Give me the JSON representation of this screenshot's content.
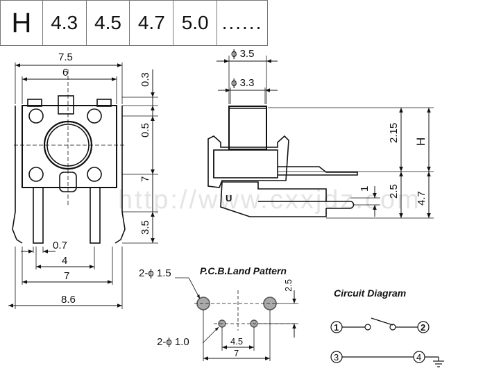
{
  "table": {
    "header": "H",
    "values": [
      "4.3",
      "4.5",
      "4.7",
      "5.0",
      "......"
    ]
  },
  "front_view": {
    "width_outer": "7.5",
    "width_inner": "6",
    "right_top": "0.3",
    "right_mid": "0.5",
    "right_pitch": "7",
    "right_leg": "3.5",
    "pin_width": "0.7",
    "pin_spacing": "4",
    "pin_outer": "7",
    "total_width": "8.6"
  },
  "side_view": {
    "phi_outer": "ϕ 3.5",
    "phi_inner": "ϕ 3.3",
    "height_top": "2.15",
    "height_label": "H",
    "leg_1": "1",
    "leg_2": "2.5",
    "body_height": "4.7",
    "mark": "U"
  },
  "pcb": {
    "title": "P.C.B.Land Pattern",
    "large_holes": "2-ϕ 1.5",
    "small_holes": "2-ϕ 1.0",
    "v_spacing": "2.5",
    "inner_spacing": "4.5",
    "outer_spacing": "7"
  },
  "circuit": {
    "title": "Circuit Diagram",
    "pins": [
      "1",
      "2",
      "3",
      "4"
    ]
  },
  "watermark": "http://www.cxxjdz.com"
}
